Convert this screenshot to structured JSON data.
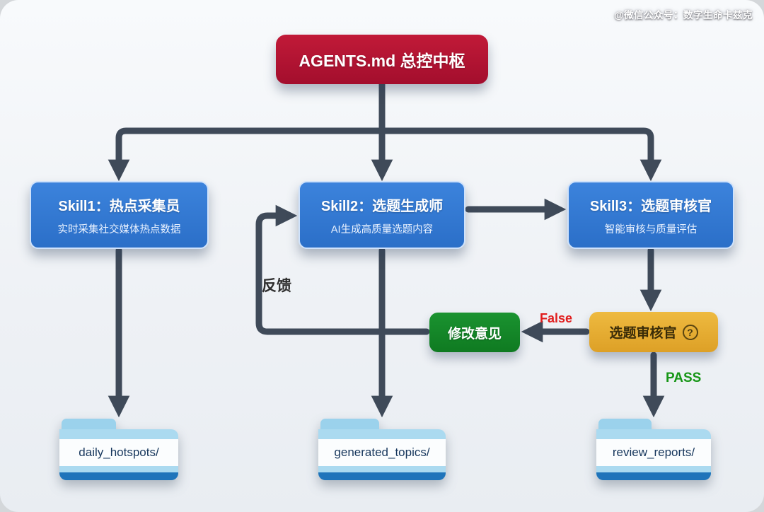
{
  "watermark": "@微信公众号：数字生命卡兹克",
  "root": {
    "label": "AGENTS.md 总控中枢"
  },
  "skills": [
    {
      "title": "Skill1：热点采集员",
      "subtitle": "实时采集社交媒体热点数据"
    },
    {
      "title": "Skill2：选题生成师",
      "subtitle": "AI生成高质量选题内容"
    },
    {
      "title": "Skill3：选题审核官",
      "subtitle": "智能审核与质量评估"
    }
  ],
  "reviewer": {
    "label": "选题审核官",
    "icon": "?"
  },
  "revision": {
    "label": "修改意见"
  },
  "edges": {
    "feedback": "反馈",
    "fail": "False",
    "pass": "PASS"
  },
  "folders": [
    "daily_hotspots/",
    "generated_topics/",
    "review_reports/"
  ],
  "colors": {
    "root_box": "#b01834",
    "skill_box": "#2f78d2",
    "reviewer_box": "#e7b23a",
    "revision_box": "#17882b",
    "arrow": "#3f4a59",
    "fail_label": "#e11d1d",
    "pass_label": "#169616",
    "folder": "#abdaf0"
  }
}
